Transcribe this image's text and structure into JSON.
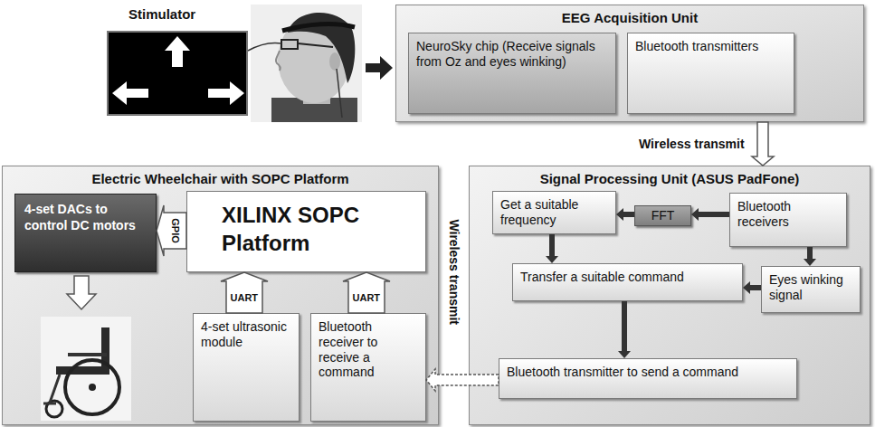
{
  "diagram": {
    "nodes": [
      {
        "text": [
          "Stimulator"
        ]
      },
      {
        "text": [
          "EEG Acquisition Unit"
        ]
      },
      {
        "text": [
          "NeuroSky chip (Receive signals from Oz and eyes winking)"
        ],
        "in": 1
      },
      {
        "text": [
          "Bluetooth transmitters"
        ],
        "in": 1
      },
      {
        "text": [
          "Electric Wheelchair with SOPC Platform"
        ]
      },
      {
        "text": [
          "4-set DACs to control DC motors"
        ],
        "in": 4
      },
      {
        "text": [
          "XILINX SOPC Platform"
        ],
        "in": 4
      },
      {
        "text": [
          "4-set ultrasonic module"
        ],
        "in": 4
      },
      {
        "text": [
          "Bluetooth receiver to receive a command"
        ],
        "in": 4
      },
      {
        "text": [
          "Signal Processing Unit (ASUS PadFone)"
        ]
      },
      {
        "text": [
          "Get a suitable frequency"
        ],
        "in": 9
      },
      {
        "text": [
          "FFT"
        ],
        "in": 9
      },
      {
        "text": [
          "Bluetooth receivers"
        ],
        "in": 9
      },
      {
        "text": [
          "Transfer a suitable command"
        ],
        "in": 9
      },
      {
        "text": [
          "Eyes winking signal"
        ],
        "in": 9
      },
      {
        "text": [
          "Bluetooth transmitter to send a command"
        ],
        "in": 9
      }
    ],
    "edges": [
      {
        "from": 1,
        "to": 9,
        "label": "Wireless transmit",
        "arrow": "to"
      },
      {
        "from": 12,
        "to": 11,
        "arrow": "to"
      },
      {
        "from": 11,
        "to": 10,
        "arrow": "to"
      },
      {
        "from": 10,
        "to": 13,
        "arrow": "to"
      },
      {
        "from": 12,
        "to": 14,
        "arrow": "to"
      },
      {
        "from": 14,
        "to": 13,
        "arrow": "to"
      },
      {
        "from": 13,
        "to": 15,
        "arrow": "to"
      },
      {
        "from": 15,
        "to": 8,
        "label": "Wireless transmit",
        "arrow": "to"
      },
      {
        "from": 6,
        "to": 5,
        "label": "GPIO",
        "arrow": "to"
      },
      {
        "from": 7,
        "to": 6,
        "label": "UART",
        "arrow": "to"
      },
      {
        "from": 8,
        "to": 6,
        "label": "UART",
        "arrow": "to"
      }
    ]
  }
}
